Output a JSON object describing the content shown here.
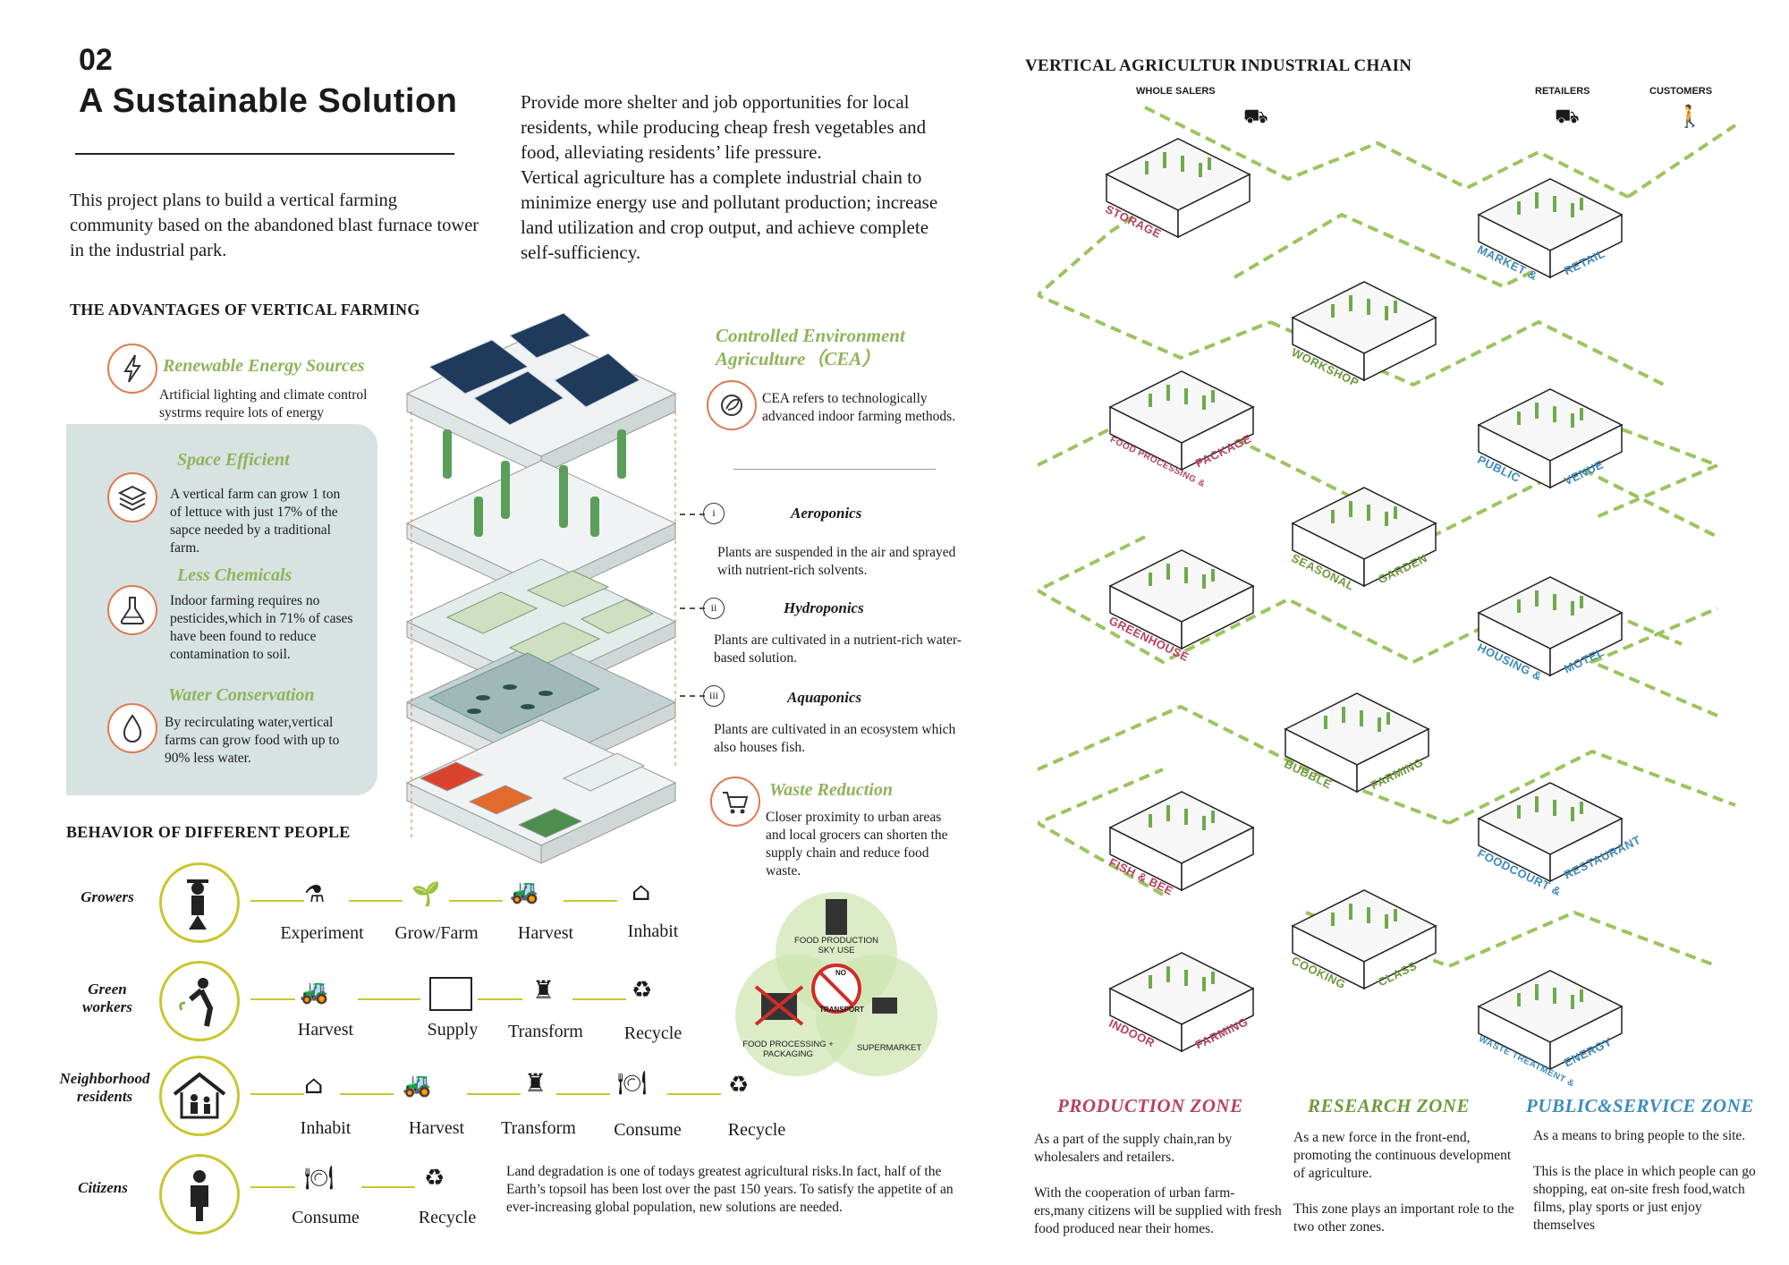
{
  "header": {
    "number": "02",
    "title": "A Sustainable Solution",
    "intro": "This project plans to build a vertical farming community based on the abandoned blast furnace tower in the industrial park.",
    "intro_right_1": "Provide more shelter and job opportunities for local residents, while producing cheap fresh vegetables and food, alleviating residents’ life pressure.",
    "intro_right_2": "Vertical agriculture has a complete industrial chain to minimize energy use and pollutant production; increase land utilization and crop output, and achieve complete self-sufficiency."
  },
  "advantages": {
    "heading": "THE ADVANTAGES OF VERTICAL FARMING",
    "items": [
      {
        "title": "Renewable Energy Sources",
        "text": "Artificial lighting and climate control systrms require lots of energy",
        "icon": "lightning-icon"
      },
      {
        "title": "Space Efficient",
        "text": "A vertical farm can grow 1 ton of lettuce with just 17% of the sapce needed by a traditional farm.",
        "icon": "layers-icon"
      },
      {
        "title": "Less Chemicals",
        "text": "Indoor farming requires no pesticides,which in 71% of cases have been found to reduce contamination to soil.",
        "icon": "flask-icon"
      },
      {
        "title": "Water Conservation",
        "text": "By recirculating water,vertical farms can grow food with up to 90% less water.",
        "icon": "water-drop-icon"
      }
    ],
    "cea_title_1": "Controlled Environment",
    "cea_title_2": "Agriculture（CEA）",
    "cea_text": "CEA refers to technologically advanced indoor farming methods.",
    "techniques": [
      {
        "num": "i",
        "title": "Aeroponics",
        "text": "Plants are suspended in the air and sprayed with nutrient-rich solvents."
      },
      {
        "num": "ii",
        "title": "Hydroponics",
        "text": "Plants are cultivated in a nutrient-rich water-based solution."
      },
      {
        "num": "iii",
        "title": "Aquaponics",
        "text": "Plants are cultivated in an ecosystem which also houses fish."
      }
    ],
    "waste_title": "Waste Reduction",
    "waste_text": "Closer proximity to urban areas and local grocers can shorten the supply chain and reduce food waste."
  },
  "behavior": {
    "heading": "BEHAVIOR OF DIFFERENT PEOPLE",
    "rows": [
      {
        "who": "Growers",
        "actions": [
          "Experiment",
          "Grow/Farm",
          "Harvest",
          "Inhabit"
        ]
      },
      {
        "who": "Green workers",
        "actions": [
          "Harvest",
          "Supply",
          "Transform",
          "Recycle"
        ]
      },
      {
        "who": "Neighborhood residents",
        "actions": [
          "Inhabit",
          "Harvest",
          "Transform",
          "Consume",
          "Recycle"
        ]
      },
      {
        "who": "Citizens",
        "actions": [
          "Consume",
          "Recycle"
        ]
      }
    ],
    "note": "Land degradation is one of todays greatest agricultural risks.In fact, half of the Earth’s topsoil has been lost over the past 150 years. To satisfy the appetite of an ever-increasing global population, new solutions are needed."
  },
  "venn": {
    "top": "FOOD PRODUCTION SKY USE",
    "left": "FOOD PROCESSING + PACKAGING",
    "right": "SUPERMARKET",
    "center_1": "NO",
    "center_2": "TRANSPORT"
  },
  "chain": {
    "title": "VERTICAL AGRICULTUR INDUSTRIAL CHAIN",
    "labels_top": [
      "WHOLE SALERS",
      "RETAILERS",
      "CUSTOMERS"
    ],
    "modules": [
      {
        "a": "STORAGE",
        "b": "",
        "zone": "production"
      },
      {
        "a": "MARKET &",
        "b": "RETAIL",
        "zone": "public"
      },
      {
        "a": "WORKSHOP",
        "b": "",
        "zone": "research"
      },
      {
        "a": "FOOD PROCESSING &",
        "b": "PACKAGE",
        "zone": "production"
      },
      {
        "a": "PUBLIC",
        "b": "VENUE",
        "zone": "public"
      },
      {
        "a": "SEASONAL",
        "b": "GARDEN",
        "zone": "research"
      },
      {
        "a": "GREENHOUSE",
        "b": "",
        "zone": "production"
      },
      {
        "a": "HOUSING &",
        "b": "MOTEL",
        "zone": "public"
      },
      {
        "a": "BUBBLE",
        "b": "FARMING",
        "zone": "research"
      },
      {
        "a": "FISH & BEE",
        "b": "",
        "zone": "production"
      },
      {
        "a": "FOODCOURT &",
        "b": "RESTAURANT",
        "zone": "public"
      },
      {
        "a": "COOKING",
        "b": "CLASS",
        "zone": "research"
      },
      {
        "a": "INDOOR",
        "b": "FARMING",
        "zone": "production"
      },
      {
        "a": "WASTE TREATMENT &",
        "b": "ENERGY",
        "zone": "public"
      }
    ],
    "zones": [
      {
        "title": "PRODUCTION  ZONE",
        "p1": "As a part of the supply chain,ran by wholesalers and retailers.",
        "p2": "With the cooperation of urban farm-ers,many citizens will be supplied with fresh food produced near their homes."
      },
      {
        "title": "RESEARCH  ZONE",
        "p1": "As a new force in the front-end, promoting the continuous development of agriculture.",
        "p2": "This zone plays an important role to the two other zones."
      },
      {
        "title": "PUBLIC&SERVICE  ZONE",
        "p1": "As a means to bring people to the site.",
        "p2": "This is the place in which people can go shopping, eat on-site fresh food,watch films, play sports or just enjoy themselves"
      }
    ]
  },
  "colors": {
    "accent_green": "#8fb35a",
    "chain_green": "#9cc45e",
    "orange": "#e07a4e",
    "yellow": "#c9c631",
    "panel": "#d7e3e2",
    "production": "#b8415e",
    "research": "#6f9a3c",
    "public": "#3d8bbd"
  }
}
